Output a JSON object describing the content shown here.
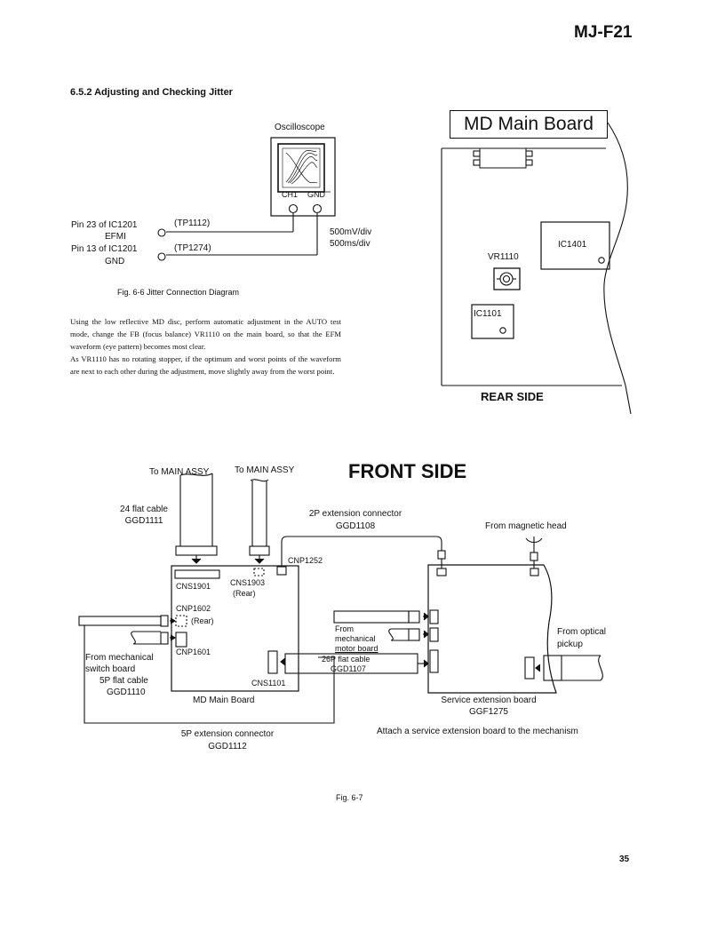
{
  "header": {
    "model": "MJ-F21"
  },
  "section": {
    "title": "6.5.2 Adjusting and Checking Jitter"
  },
  "fig66": {
    "oscilloscope": "Oscilloscope",
    "ch1": "CH1",
    "gnd_terminal": "GND",
    "pin23": "Pin 23 of IC1201",
    "efmi": "EFMI",
    "pin13": "Pin 13 of IC1201",
    "gnd": "GND",
    "tp1112": "(TP1112)",
    "tp1274": "(TP1274)",
    "volt_div": "500mV/div",
    "time_div": "500ms/div",
    "caption": "Fig. 6-6 Jitter Connection Diagram"
  },
  "body_text": {
    "p1": "Using the low reflective MD disc, perform automatic adjustment in the AUTO test mode, change the FB (focus balance) VR1110 on the main board, so that the EFM waveform (eye pattern) becomes most clear.",
    "p2": "As VR1110 has no rotating stopper, if the optimum and worst points of the waveform are next to each other during the adjustment, move slightly away from the worst point."
  },
  "main_board_view": {
    "title": "MD Main Board",
    "vr": "VR1110",
    "ic1401": "IC1401",
    "ic1101": "IC1101",
    "side": "REAR SIDE"
  },
  "fig67": {
    "front_side": "FRONT SIDE",
    "to_main_assy_1": "To MAIN ASSY",
    "to_main_assy_2": "To MAIN ASSY",
    "flat24_1": "24 flat cable",
    "flat24_2": "GGD1111",
    "ext2p_1": "2P extension connector",
    "ext2p_2": "GGD1108",
    "from_head": "From magnetic head",
    "cnp1252": "CNP1252",
    "cns1901": "CNS1901",
    "cns1903": "CNS1903",
    "rear1": "(Rear)",
    "cnp1602": "CNP1602",
    "rear2": "(Rear)",
    "cnp1601": "CNP1601",
    "from_mech_sw_1": "From mechanical",
    "from_mech_sw_2": "switch board",
    "from_mech_sw_3": "5P flat cable",
    "from_mech_sw_4": "GGD1110",
    "from_motor_1": "From",
    "from_motor_2": "mechanical",
    "from_motor_3": "motor board",
    "flat26_1": "26P flat cable",
    "flat26_2": "GGD1107",
    "cns1101": "CNS1101",
    "md_main_board": "MD Main Board",
    "service_board_1": "Service extension board",
    "service_board_2": "GGF1275",
    "from_optical_1": "From optical",
    "from_optical_2": "pickup",
    "ext5p_1": "5P extension connector",
    "ext5p_2": "GGD1112",
    "attach_note": "Attach a service extension board to the mechanism",
    "caption": "Fig. 6-7"
  },
  "footer": {
    "page_number": "35"
  }
}
